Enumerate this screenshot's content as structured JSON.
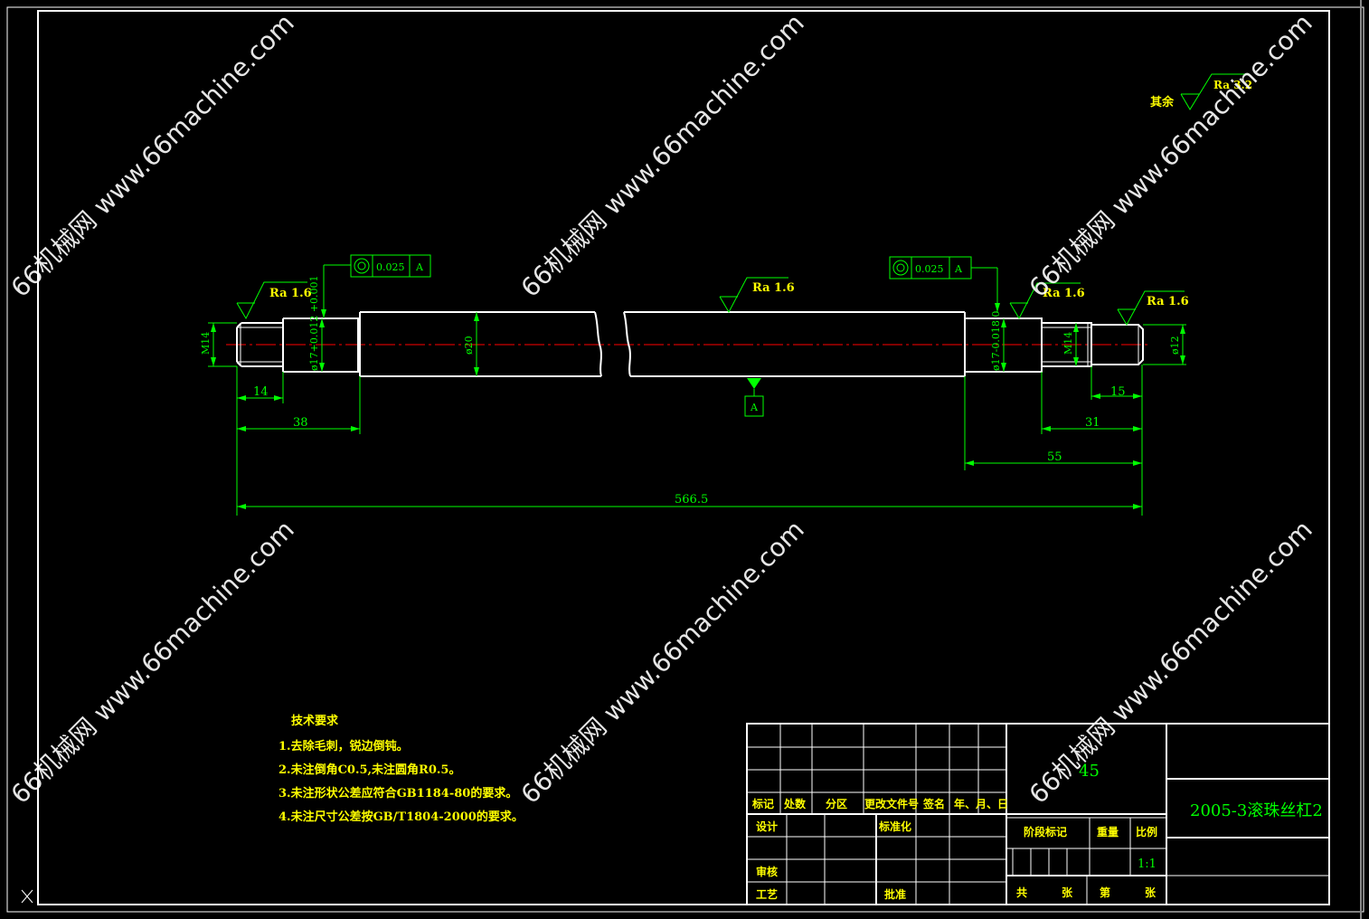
{
  "surface_finish_other": {
    "label": "其余",
    "ra": "Ra 3.2"
  },
  "ra_labels": {
    "left_end": "Ra 1.6",
    "center": "Ra 1.6",
    "right_bearing": "Ra 1.6",
    "right_end": "Ra 1.6"
  },
  "geo_tolerance_left": {
    "value": "0.025",
    "datum": "A"
  },
  "geo_tolerance_right": {
    "value": "0.025",
    "datum": "A"
  },
  "datum_label": "A",
  "diameters": {
    "left_thread": "M14",
    "left_bearing": "ø17+0.012 +0.001",
    "main": "ø20",
    "right_bearing": "ø17-0.018 0",
    "right_thread": "M14",
    "right_end": "ø12"
  },
  "dimensions": {
    "d14": "14",
    "d38": "38",
    "d15": "15",
    "d31": "31",
    "d55": "55",
    "total": "566.5"
  },
  "tech_requirements": {
    "title": "技术要求",
    "items": [
      "1.去除毛刺，锐边倒钝。",
      "2.未注倒角C0.5,未注圆角R0.5。",
      "3.未注形状公差应符合GB1184-80的要求。",
      "4.未注尺寸公差按GB/T1804-2000的要求。"
    ]
  },
  "title_block": {
    "material": "45",
    "drawing_name": "2005-3滚珠丝杠2",
    "headers": [
      "标记",
      "处数",
      "分区",
      "更改文件号",
      "签名",
      "年、月、日"
    ],
    "design": "设计",
    "standardize": "标准化",
    "review": "审核",
    "process": "工艺",
    "approve": "批准",
    "stage": "阶段标记",
    "weight": "重量",
    "scale_label": "比例",
    "scale": "1:1",
    "total_sheets": "共",
    "sheets1": "张",
    "sheet_no": "第",
    "sheets2": "张"
  },
  "watermark": "66机械网 www.66machine.com"
}
